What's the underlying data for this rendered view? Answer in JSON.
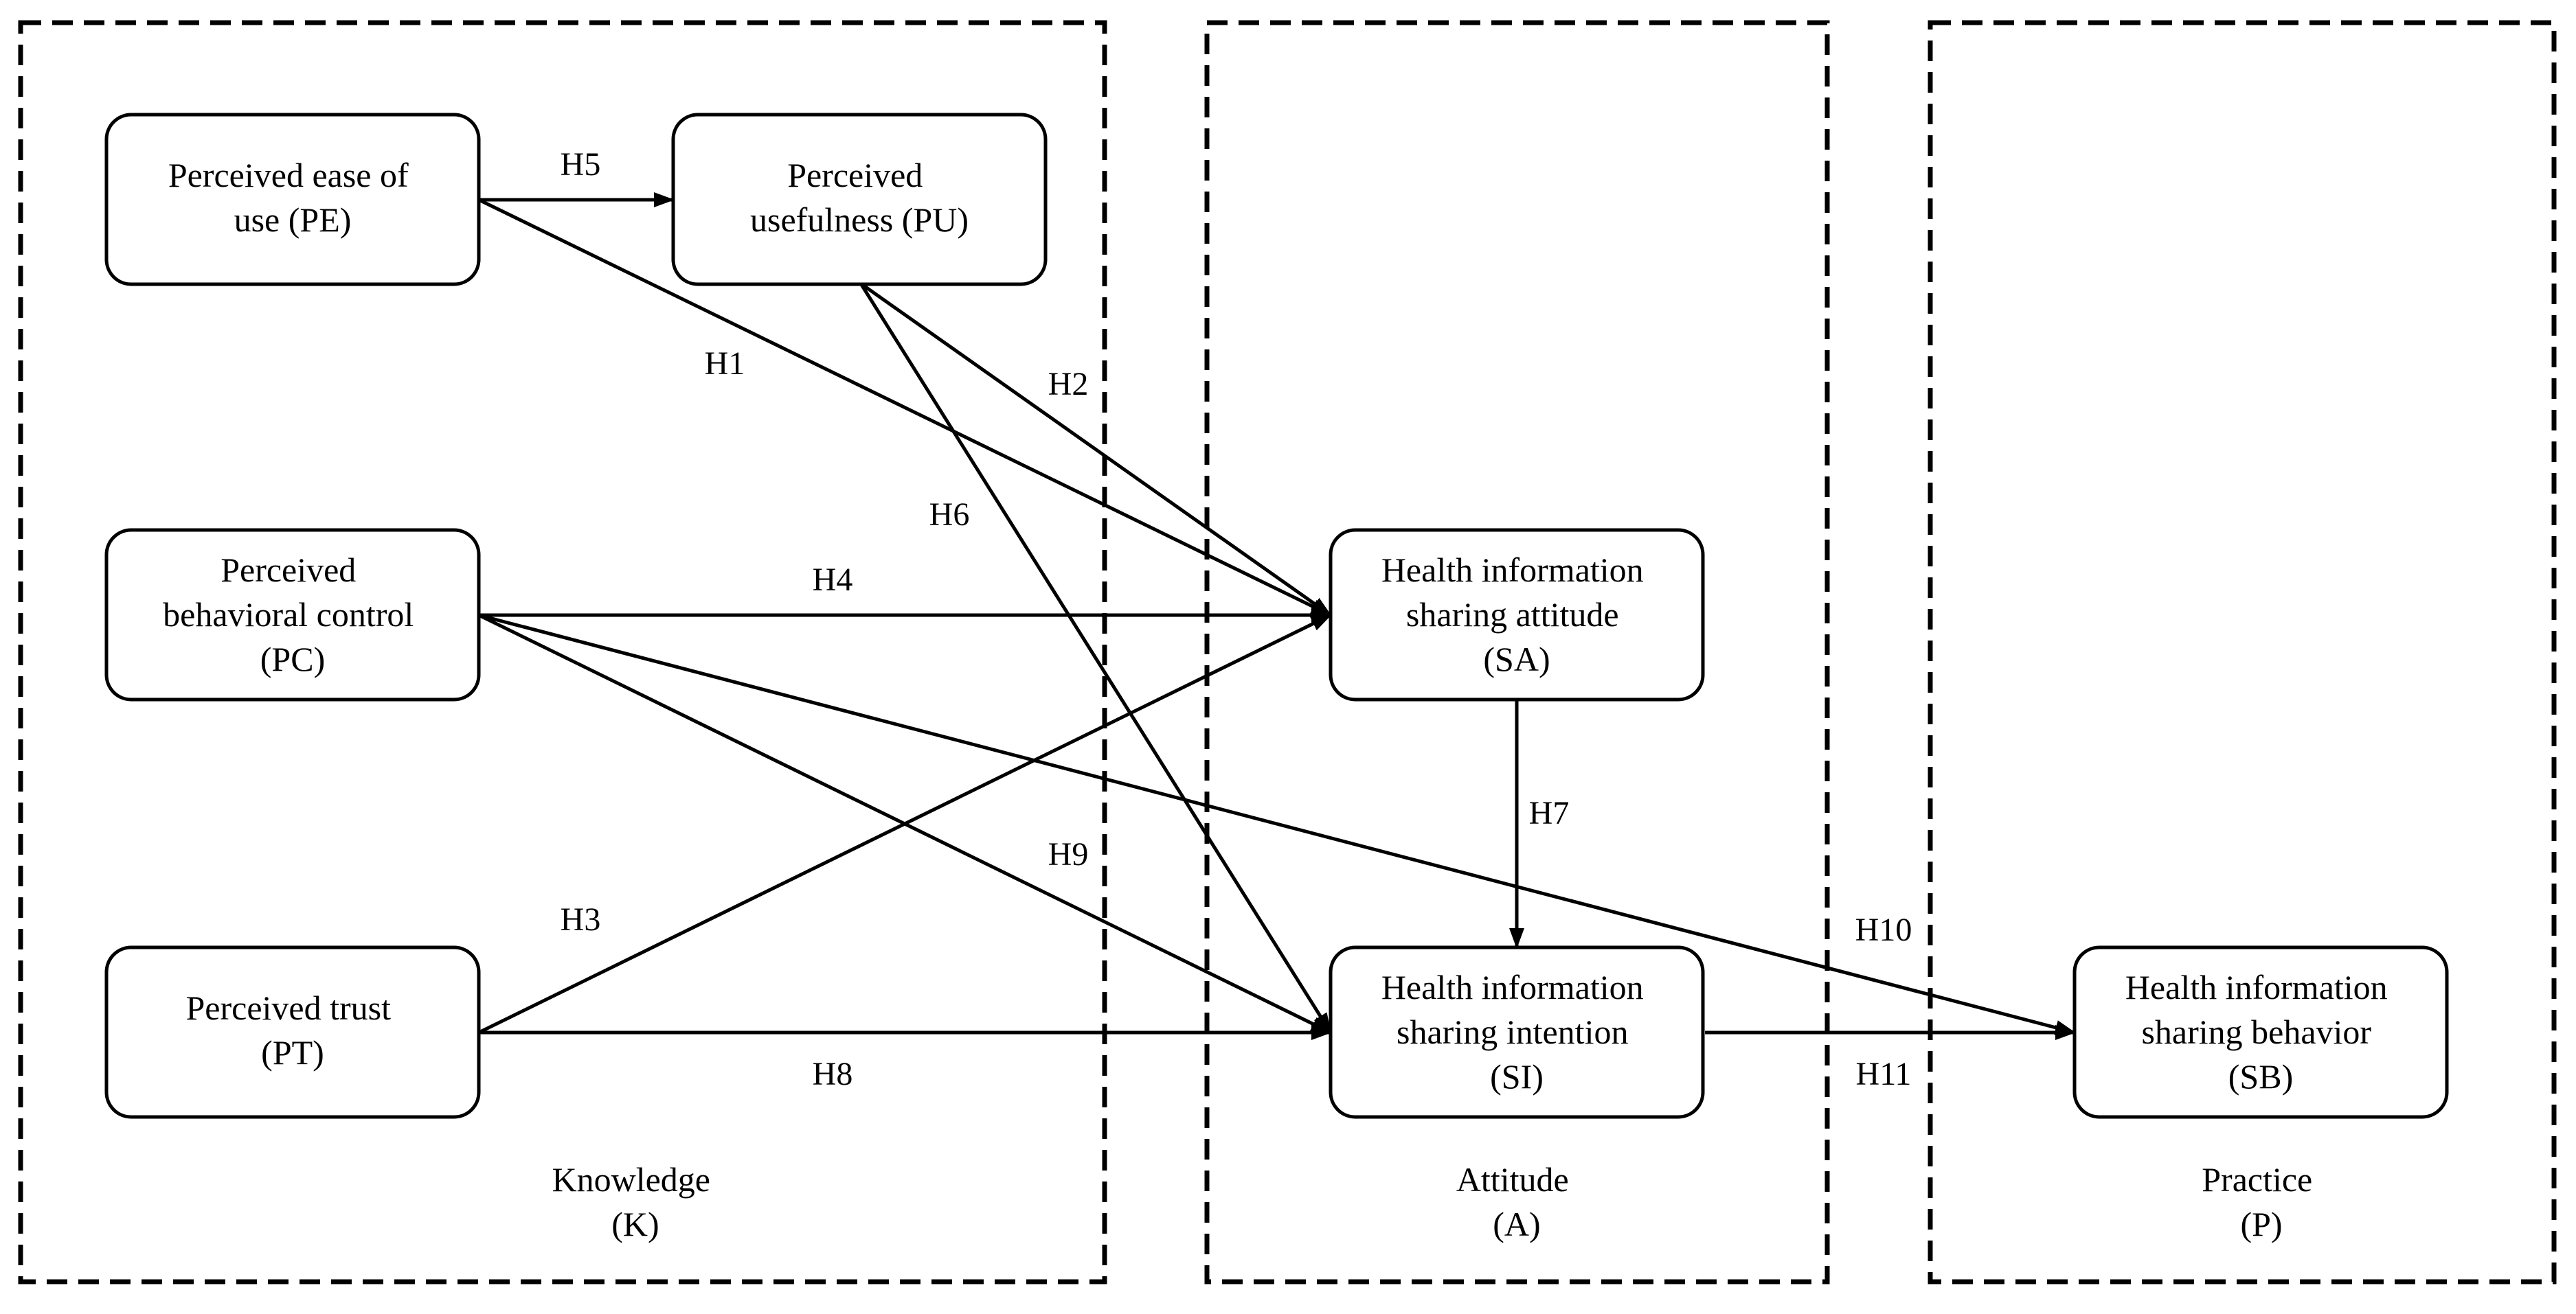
{
  "sections": [
    {
      "id": "knowledge",
      "lines": [
        "Knowledge",
        "(K)"
      ]
    },
    {
      "id": "attitude",
      "lines": [
        "Attitude",
        "(A)"
      ]
    },
    {
      "id": "practice",
      "lines": [
        "Practice",
        "(P)"
      ]
    }
  ],
  "nodes": [
    {
      "id": "pe",
      "lines": [
        "Perceived ease of",
        "use (PE)"
      ]
    },
    {
      "id": "pu",
      "lines": [
        "Perceived",
        "usefulness (PU)"
      ]
    },
    {
      "id": "pc",
      "lines": [
        "Perceived",
        "behavioral control",
        "(PC)"
      ]
    },
    {
      "id": "pt",
      "lines": [
        "Perceived trust",
        "(PT)"
      ]
    },
    {
      "id": "sa",
      "lines": [
        "Health information",
        "sharing attitude",
        "(SA)"
      ]
    },
    {
      "id": "si",
      "lines": [
        "Health information",
        "sharing intention",
        "(SI)"
      ]
    },
    {
      "id": "sb",
      "lines": [
        "Health information",
        "sharing behavior",
        "(SB)"
      ]
    }
  ],
  "edges": [
    {
      "id": "h1",
      "label": "H1",
      "from": "pe",
      "to": "sa"
    },
    {
      "id": "h2",
      "label": "H2",
      "from": "pu",
      "to": "sa"
    },
    {
      "id": "h3",
      "label": "H3",
      "from": "pt",
      "to": "sa"
    },
    {
      "id": "h4",
      "label": "H4",
      "from": "pc",
      "to": "sa"
    },
    {
      "id": "h5",
      "label": "H5",
      "from": "pe",
      "to": "pu"
    },
    {
      "id": "h6",
      "label": "H6",
      "from": "pu",
      "to": "si"
    },
    {
      "id": "h7",
      "label": "H7",
      "from": "sa",
      "to": "si"
    },
    {
      "id": "h8",
      "label": "H8",
      "from": "pt",
      "to": "si"
    },
    {
      "id": "h9",
      "label": "H9",
      "from": "pc",
      "to": "si"
    },
    {
      "id": "h10",
      "label": "H10",
      "from": "pc",
      "to": "sb"
    },
    {
      "id": "h11",
      "label": "H11",
      "from": "si",
      "to": "sb"
    }
  ]
}
